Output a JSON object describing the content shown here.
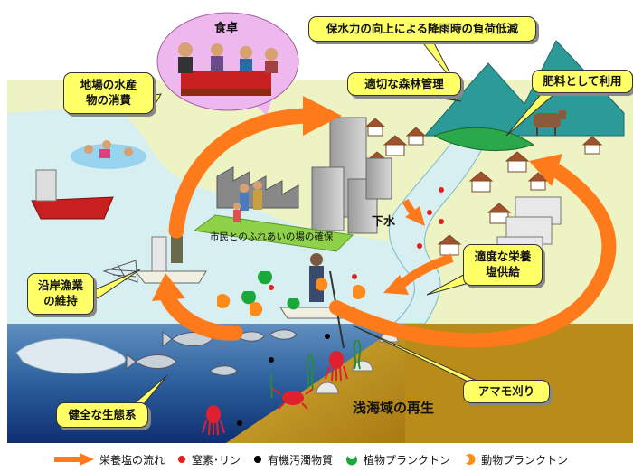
{
  "callouts": {
    "local_fish": "地場の水産\n物の消費",
    "water_retention": "保水力の向上による降雨時の負荷低減",
    "forest_management": "適切な森林管理",
    "fertilizer": "肥料として利用",
    "nutrient_supply": "適度な栄養\n塩供給",
    "coastal_fishery": "沿岸漁業\nの維持",
    "eelgrass": "アマモ刈り",
    "ecosystem": "健全な生態系"
  },
  "labels": {
    "dining_table": "食卓",
    "sewage": "下水",
    "citizen_place": "市民とのふれあいの場の確保",
    "shallow_regen": "浅海域の再生"
  },
  "legend": {
    "nutrient_flow": "栄養塩の流れ",
    "nitrogen_phosphorus": "窒素･リン",
    "organic_matter": "有機汚濁物質",
    "phytoplankton": "植物プランクトン",
    "zooplankton": "動物プランクトン"
  },
  "colors": {
    "flow_arrow": "#ff7a1a",
    "callout_fill": "#ffff66",
    "land": "#eef3c4",
    "sky_water": "#d6eef0",
    "sea_top": "#3a6fa8",
    "seabed": "#c49a1e",
    "mountain": "#2a9a9a",
    "nitrogen_dot": "#e0201e",
    "organic_dot": "#000000",
    "phyto": "#1aa83a",
    "zoo": "#ff8c1a"
  }
}
